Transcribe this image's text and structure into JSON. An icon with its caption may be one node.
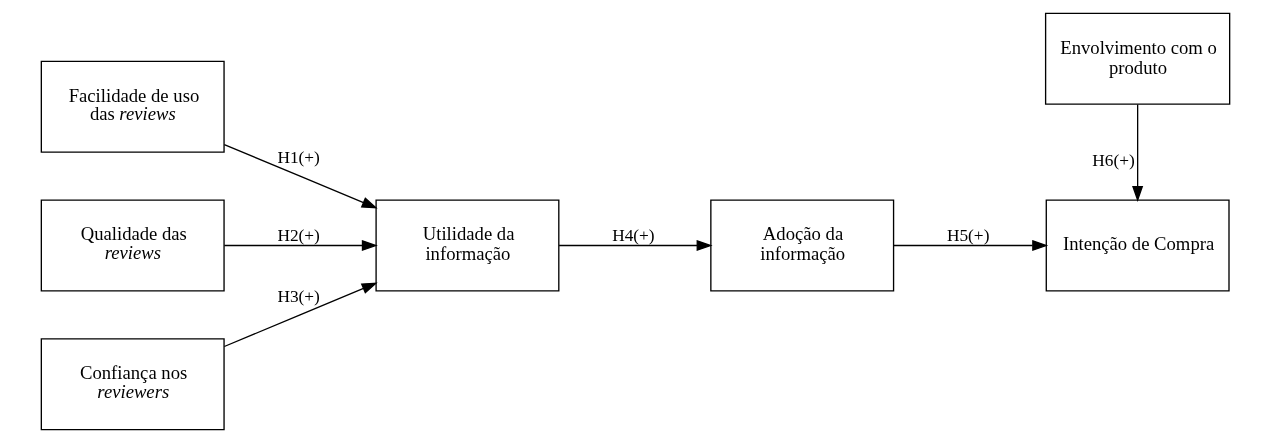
{
  "diagram": {
    "nodes": [
      {
        "text": [
          "Facilidade de uso das *reviews*"
        ]
      },
      {
        "text": [
          "Qualidade das *reviews*"
        ]
      },
      {
        "text": [
          "Confiança nos *reviewers*"
        ]
      },
      {
        "text": [
          "Utilidade da informação"
        ]
      },
      {
        "text": [
          "Adoção da informação"
        ]
      },
      {
        "text": [
          "Envolvimento com o produto"
        ]
      },
      {
        "text": [
          "Intenção de Compra"
        ]
      }
    ],
    "edges": [
      {
        "from": 0,
        "to": 3,
        "arrow": "to",
        "label": "H1(+)"
      },
      {
        "from": 1,
        "to": 3,
        "arrow": "to",
        "label": "H2(+)"
      },
      {
        "from": 2,
        "to": 3,
        "arrow": "to",
        "label": "H3(+)"
      },
      {
        "from": 3,
        "to": 4,
        "arrow": "to",
        "label": "H4(+)"
      },
      {
        "from": 4,
        "to": 6,
        "arrow": "to",
        "label": "H5(+)"
      },
      {
        "from": 5,
        "to": 6,
        "arrow": "to",
        "label": "H6(+)"
      }
    ]
  }
}
